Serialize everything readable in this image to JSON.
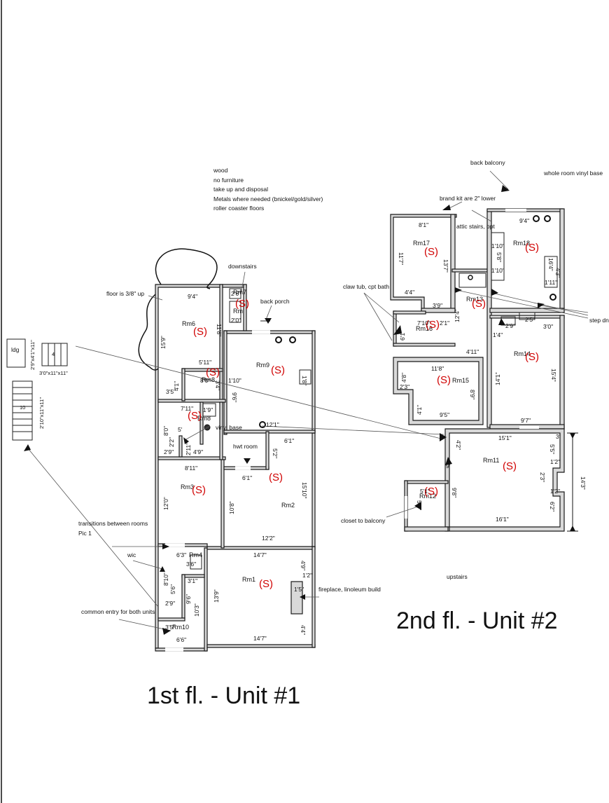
{
  "titles": {
    "first_floor": "1st fl. - Unit #1",
    "second_floor": "2nd fl. - Unit #2"
  },
  "notes": {
    "work_list": [
      "wood",
      "no furniture",
      "take up and disposal",
      "Metals where needed (bnickel/gold/silver)",
      "roller coaster floors"
    ],
    "downstairs": "downstairs",
    "upstairs": "upstairs",
    "floor_up": "floor is 3/8\" up",
    "back_porch": "back porch",
    "vinyl_base": "vinyl base",
    "hwt_room": "hwt room",
    "transitions": [
      "transitions between rooms",
      "Pic 1"
    ],
    "wic": "wic",
    "common_entry": "common entry for both units",
    "fireplace": "fireplace, linoleum build",
    "back_balcony": "back balcony",
    "whole_room": "whole room vinyl base",
    "brand_kit": "brand kit are 2\" lower",
    "attic_stairs": "attic stairs, opt",
    "claw_tub": "claw tub, cpt bath",
    "step_down": "step dn",
    "closet_balcony": "closet to balcony",
    "ldg": "ldg",
    "ldg_size": "2'9\"x4'1\"x11\"",
    "stair_size_1": "3'0\"x11\"x11\"",
    "stair_size_2": "2'10\"x11\"x11\"",
    "stair_step_4": "4",
    "stair_step_10": "10"
  },
  "rooms": {
    "s_mark": "(S)",
    "rm1": "Rm1",
    "rm2": "Rm2",
    "rm3": "Rm3",
    "rm4": "Rm4",
    "rm6": "Rm6",
    "rm7": "Rm7",
    "rm8": "Rm8",
    "rm9": "Rm9",
    "rm10": "Rm10",
    "rm11": "Rm11",
    "rm12": "Rm12",
    "rm13": "Rm13",
    "rm14": "Rm14",
    "rm15": "Rm15",
    "rm16": "Rm16",
    "rm17": "Rm17",
    "rm18": "Rm18"
  },
  "dims": {
    "d_9_4": "9'4\"",
    "d_11_8": "11'8\"",
    "d_15_9": "15'9\"",
    "d_5_11": "5'11\"",
    "d_4_1": "4'1\"",
    "d_3_5": "3'5\"",
    "d_8_6": "8'6\"",
    "d_3_4": "3'4\"",
    "d_2_6": "2'6\"",
    "d_2_0": "2'0\"",
    "d_1_10": "1'10\"",
    "d_9_6": "9'6\"",
    "d_12_1": "12'1\"",
    "d_1_8": "1'8\"",
    "d_7_11": "7'11\"",
    "d_5": "5'",
    "d_8_0": "8'0\"",
    "d_2_2": "2'2\"",
    "d_2_9": "2'9\"",
    "d_2_11": "2'11\"",
    "d_4_9": "4'9\"",
    "d_1_9": "1'9\"",
    "d_6_1": "6'1\"",
    "d_5_2": "5'2\"",
    "d_6_1b": "6'1\"",
    "d_15_10": "15'10\"",
    "d_8_11": "8'11\"",
    "d_12_0": "12'0\"",
    "d_10_8": "10'8\"",
    "d_12_2": "12'2\"",
    "d_6_3": "6'3\"",
    "d_3_6": "3'6\"",
    "d_14_7": "14'7\"",
    "d_4_9b": "4'9\"",
    "d_8_10": "8'10\"",
    "d_5_6": "5'6\"",
    "d_3_1": "3'1\"",
    "d_9_6b": "9'6\"",
    "d_10_3": "10'3\"",
    "d_13_9": "13'9\"",
    "d_1_2": "1'2\"",
    "d_1_5": "1'5\"",
    "d_14_7b": "14'7\"",
    "d_4_4": "4'4\"",
    "d_2_9b": "2'9\"",
    "d_3_5b": "3'5\"",
    "d_6_6": "6'6\"",
    "d_8_1": "8'1\"",
    "d_11_7": "11'7\"",
    "d_13_7": "13'7\"",
    "d_4_4b": "4'4\"",
    "d_3_9": "3'9\"",
    "d_9_4b": "9'4\"",
    "d_1_10b": "1'10\"",
    "d_5_8": "5'8\"",
    "d_16_4": "16'4\"",
    "d_4_3": "4'3\"",
    "d_1_11": "1'11\"",
    "d_12_4": "12'4\"",
    "d_7_10": "7'10\"",
    "d_2_1": "2'1\"",
    "d_6_1c": "6'1\"",
    "d_4_11": "4'11\"",
    "d_1_4": "1'4\"",
    "d_2_9c": "2'9\"",
    "d_2_5": "2'5\"",
    "d_3_0": "3'0\"",
    "d_14_1": "14'1\"",
    "d_15_4": "15'4\"",
    "d_9_7": "9'7\"",
    "d_11_8b": "11'8\"",
    "d_4_8": "4'8\"",
    "d_2_3": "2'3\"",
    "d_4_1b": "4'1\"",
    "d_8_9": "8'9\"",
    "d_9_5": "9'5\"",
    "d_15_1": "15'1\"",
    "d_3": "3'",
    "d_4_2": "4'2\"",
    "d_9": "9'",
    "d_5_5": "5'5\"",
    "d_1_2b": "1'2\"",
    "d_2_3b": "2'3\"",
    "d_1_2c": "1'2\"",
    "d_6_2": "6'2\"",
    "d_16_1": "16'1\"",
    "d_14_3": "14'3\"",
    "d_5_1": "5'1\"",
    "d_5_2b": "5'2\"",
    "d_9_8": "9'8\""
  }
}
